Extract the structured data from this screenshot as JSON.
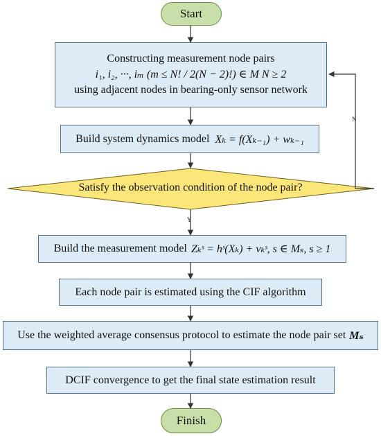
{
  "start": "Start",
  "step1": {
    "line1": "Constructing measurement node pairs",
    "line2_math": "i₁, i₂, ···, iₘ (m ≤ N! / 2(N − 2)!) ∈ M     N ≥ 2",
    "line3": "using adjacent nodes in bearing-only sensor network"
  },
  "step2": {
    "text": "Build system dynamics model",
    "math": "Xₖ = f(Xₖ₋₁) + wₖ₋₁"
  },
  "decision": "Satisfy the observation condition of the node pair?",
  "branch_yes": "Y",
  "branch_no": "N",
  "step3": {
    "text": "Build the measurement model",
    "math": "Zₖˢ = hˢ(Xₖ) + vₖˢ,     s ∈ Mₛ,  s ≥ 1"
  },
  "step4": "Each node pair is estimated using the CIF algorithm",
  "step5": {
    "text": "Use the weighted average consensus protocol to estimate the node pair set",
    "math": "Mₛ"
  },
  "step6": "DCIF convergence to get the final state estimation result",
  "finish": "Finish",
  "colors": {
    "terminal_fill": "#c8dfaa",
    "process_fill": "#dcebf5",
    "decision_fill": "#fbe67a",
    "line": "#333333"
  }
}
